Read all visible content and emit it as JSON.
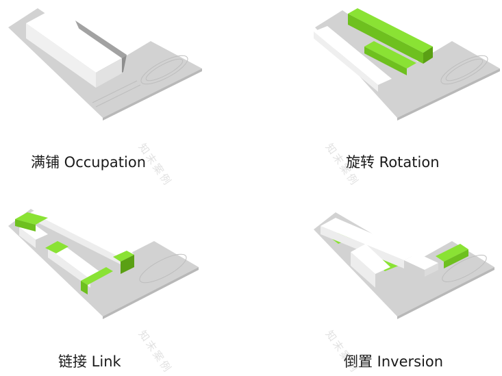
{
  "diagrams": [
    {
      "caption": "满铺 Occupation"
    },
    {
      "caption": "旋转 Rotation"
    },
    {
      "caption": "链接 Link"
    },
    {
      "caption": "倒置 Inversion"
    }
  ],
  "watermark": "知末案例",
  "colors": {
    "accent_green": "#7ed321",
    "site_grey": "#d4d4d4",
    "block_white": "#f7f7f7"
  }
}
